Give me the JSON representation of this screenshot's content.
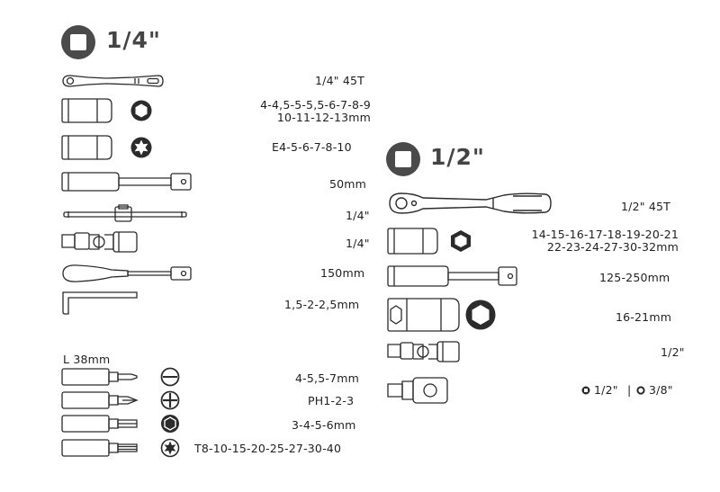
{
  "left": {
    "header": "1/4\"",
    "labels": {
      "ratchet": "1/4\" 45T",
      "hex_sockets_1": "4-4,5-5-5,5-6-7-8-9",
      "hex_sockets_2": "10-11-12-13mm",
      "e_sockets": "E4-5-6-7-8-10",
      "extension": "50mm",
      "t_bar": "1/4\"",
      "u_joint": "1/4\"",
      "screwdriver": "150mm",
      "hex_keys": "1,5-2-2,5mm",
      "bit_length": "L 38mm",
      "slotted_bits": "4-5,5-7mm",
      "phillips_bits": "PH1-2-3",
      "hex_bits": "3-4-5-6mm",
      "torx_bits": "T8-10-15-20-25-27-30-40"
    }
  },
  "right": {
    "header": "1/2\"",
    "labels": {
      "ratchet": "1/2\" 45T",
      "sockets_1": "14-15-16-17-18-19-20-21",
      "sockets_2": "22-23-24-27-30-32mm",
      "extension": "125-250mm",
      "spark_plug": "16-21mm",
      "u_joint": "1/2\"",
      "adapter_a": "1/2\"",
      "adapter_sep": "|",
      "adapter_b": "3/8\""
    }
  },
  "colors": {
    "line": "#2b2b2b",
    "header_icon": "#4a4a4a",
    "text": "#1f1f1f"
  }
}
